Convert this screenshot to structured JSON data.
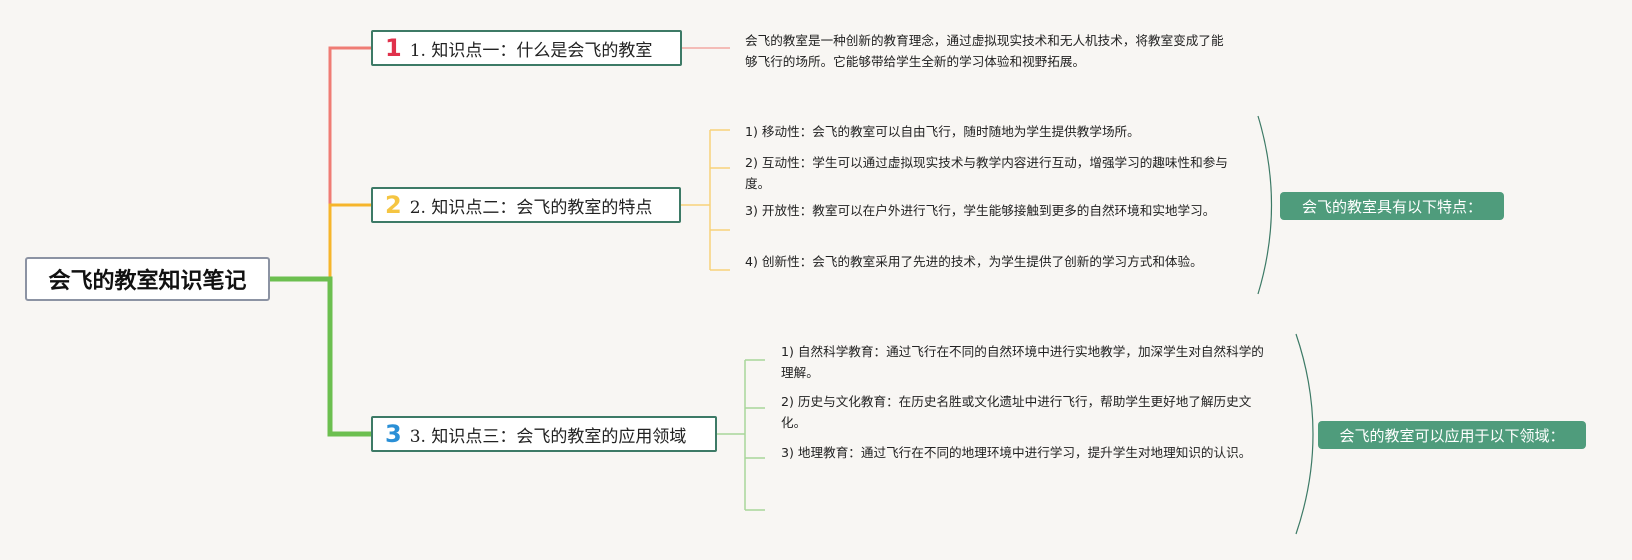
{
  "root": {
    "title": "会飞的教室知识笔记"
  },
  "topics": [
    {
      "number": "1",
      "label": "1. 知识点一：什么是会飞的教室",
      "color": "#e0314b",
      "line_color": "#ef7c74",
      "description": "会飞的教室是一种创新的教育理念，通过虚拟现实技术和无人机技术，将教室变成了能够飞行的场所。它能够带给学生全新的学习体验和视野拓展。"
    },
    {
      "number": "2",
      "label": "2. 知识点二：会飞的教室的特点",
      "color": "#f5c542",
      "line_color": "#f6b52b",
      "items": [
        "1) 移动性：会飞的教室可以自由飞行，随时随地为学生提供教学场所。",
        "2) 互动性：学生可以通过虚拟现实技术与教学内容进行互动，增强学习的趣味性和参与度。",
        "3) 开放性：教室可以在户外进行飞行，学生能够接触到更多的自然环境和实地学习。",
        "4) 创新性：会飞的教室采用了先进的技术，为学生提供了创新的学习方式和体验。"
      ],
      "summary": "会飞的教室具有以下特点："
    },
    {
      "number": "3",
      "label": "3. 知识点三：会飞的教室的应用领域",
      "color": "#2a8fd6",
      "line_color": "#6cbf4f",
      "items": [
        "1) 自然科学教育：通过飞行在不同的自然环境中进行实地教学，加深学生对自然科学的理解。",
        "2) 历史与文化教育：在历史名胜或文化遗址中进行飞行，帮助学生更好地了解历史文化。",
        "3) 地理教育：通过飞行在不同的地理环境中进行学习，提升学生对地理知识的认识。"
      ],
      "summary": "会飞的教室可以应用于以下领域："
    }
  ]
}
